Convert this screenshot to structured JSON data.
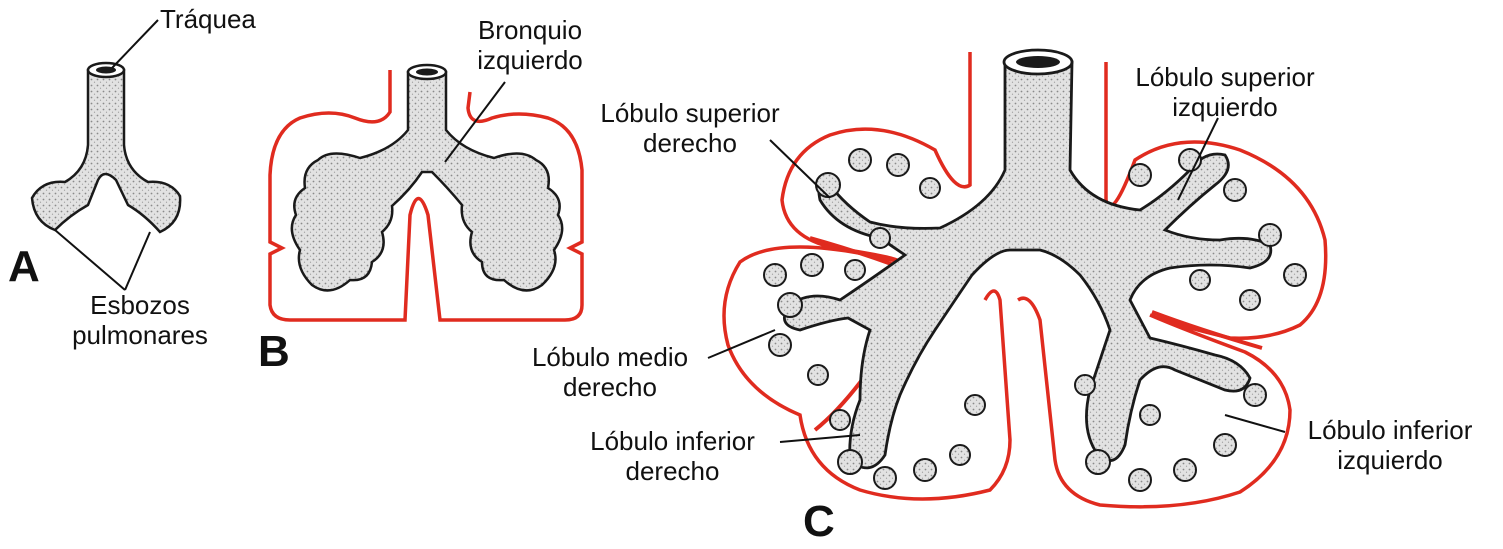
{
  "panels": {
    "a": "A",
    "b": "B",
    "c": "C"
  },
  "labels": {
    "traquea": "Tráquea",
    "esbozos_1": "Esbozos",
    "esbozos_2": "pulmonares",
    "bronquio_1": "Bronquio",
    "bronquio_2": "izquierdo",
    "sup_der_1": "Lóbulo superior",
    "sup_der_2": "derecho",
    "sup_izq_1": "Lóbulo superior",
    "sup_izq_2": "izquierdo",
    "medio_der_1": "Lóbulo medio",
    "medio_der_2": "derecho",
    "inf_der_1": "Lóbulo inferior",
    "inf_der_2": "derecho",
    "inf_izq_1": "Lóbulo inferior",
    "inf_izq_2": "izquierdo"
  },
  "colors": {
    "pleura": "#e02b1f",
    "airway_fill": "#dedede",
    "airway_stroke": "#1a1a1a",
    "text": "#111111"
  }
}
